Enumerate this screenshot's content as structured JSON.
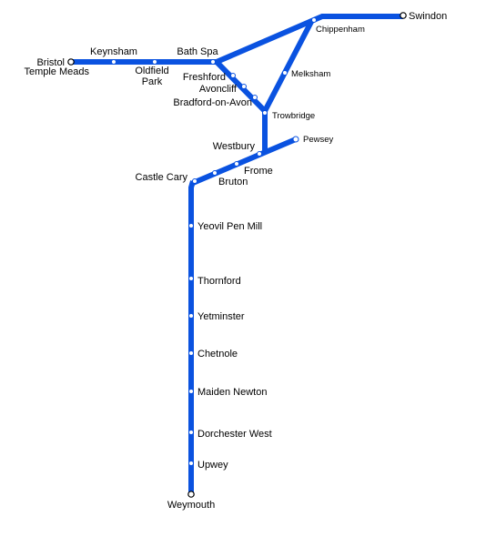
{
  "line_color": "#0a52e0",
  "stations": {
    "swindon": "Swindon",
    "chippenham": "Chippenham",
    "bristol_1": "Bristol",
    "bristol_2": "Temple Meads",
    "keynsham": "Keynsham",
    "oldfield_1": "Oldfield",
    "oldfield_2": "Park",
    "bath_spa": "Bath Spa",
    "freshford": "Freshford",
    "avoncliff": "Avoncliff",
    "bradford": "Bradford-on-Avon",
    "melksham": "Melksham",
    "trowbridge": "Trowbridge",
    "westbury": "Westbury",
    "pewsey": "Pewsey",
    "frome": "Frome",
    "bruton": "Bruton",
    "castle_cary": "Castle Cary",
    "yeovil": "Yeovil Pen Mill",
    "thornford": "Thornford",
    "yetminster": "Yetminster",
    "chetnole": "Chetnole",
    "maiden_newton": "Maiden Newton",
    "dorchester": "Dorchester West",
    "upwey": "Upwey",
    "weymouth": "Weymouth"
  }
}
